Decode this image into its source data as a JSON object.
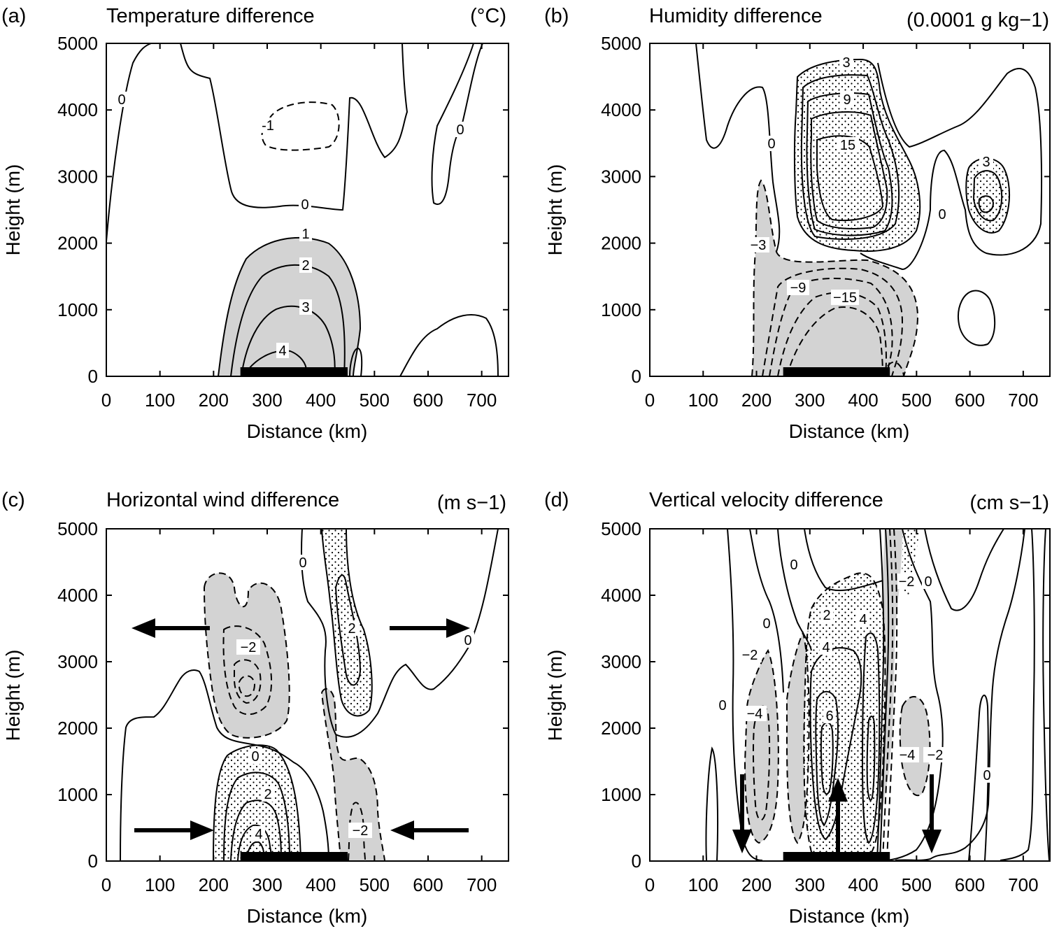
{
  "chart_data": [
    {
      "type": "contour",
      "panel_label": "(a)",
      "title": "Temperature difference",
      "units": "(°C)",
      "xlabel": "Distance (km)",
      "ylabel": "Height (m)",
      "xlim": [
        0,
        750
      ],
      "ylim": [
        0,
        5000
      ],
      "xticks": [
        "0",
        "100",
        "200",
        "300",
        "400",
        "500",
        "600",
        "700"
      ],
      "yticks": [
        "0",
        "1000",
        "2000",
        "3000",
        "4000",
        "5000"
      ],
      "contour_labels": [
        "0",
        "0",
        "0",
        "-1",
        "1",
        "2",
        "3",
        "4"
      ],
      "shading": {
        "gray": "positive values (≥1)"
      },
      "surface_bar_km": [
        250,
        450
      ]
    },
    {
      "type": "contour",
      "panel_label": "(b)",
      "title": "Humidity difference",
      "units": "(0.0001 g kg−1)",
      "xlabel": "Distance (km)",
      "ylabel": "Height (m)",
      "xlim": [
        0,
        750
      ],
      "ylim": [
        0,
        5000
      ],
      "xticks": [
        "0",
        "100",
        "200",
        "300",
        "400",
        "500",
        "600",
        "700"
      ],
      "yticks": [
        "0",
        "1000",
        "2000",
        "3000",
        "4000",
        "5000"
      ],
      "contour_labels": [
        "3",
        "9",
        "15",
        "0",
        "0",
        "3",
        "−3",
        "−9",
        "−15"
      ],
      "shading": {
        "dotted": "positive values",
        "gray": "negative values"
      },
      "surface_bar_km": [
        250,
        450
      ]
    },
    {
      "type": "contour",
      "panel_label": "(c)",
      "title": "Horizontal wind difference",
      "units": "(m s−1)",
      "xlabel": "Distance (km)",
      "ylabel": "Height (m)",
      "xlim": [
        0,
        750
      ],
      "ylim": [
        0,
        5000
      ],
      "xticks": [
        "0",
        "100",
        "200",
        "300",
        "400",
        "500",
        "600",
        "700"
      ],
      "yticks": [
        "0",
        "1000",
        "2000",
        "3000",
        "4000",
        "5000"
      ],
      "contour_labels": [
        "0",
        "0",
        "0",
        "−2",
        "2",
        "2",
        "4",
        "−2"
      ],
      "shading": {
        "dotted": "positive values",
        "gray": "negative values"
      },
      "surface_bar_km": [
        250,
        450
      ],
      "flow_arrows": [
        "left aloft",
        "right aloft",
        "right near surface",
        "left near surface"
      ]
    },
    {
      "type": "contour",
      "panel_label": "(d)",
      "title": "Vertical velocity difference",
      "units": "(cm s−1)",
      "xlabel": "Distance (km)",
      "ylabel": "Height (m)",
      "xlim": [
        0,
        750
      ],
      "ylim": [
        0,
        5000
      ],
      "xticks": [
        "0",
        "100",
        "200",
        "300",
        "400",
        "500",
        "600",
        "700"
      ],
      "yticks": [
        "0",
        "1000",
        "2000",
        "3000",
        "4000",
        "5000"
      ],
      "contour_labels": [
        "0",
        "0",
        "−2",
        "−4",
        "0",
        "2",
        "4",
        "4",
        "6",
        "−2",
        "0",
        "−4",
        "−2",
        "0"
      ],
      "shading": {
        "dotted": "positive values",
        "gray": "negative values"
      },
      "surface_bar_km": [
        250,
        450
      ],
      "flow_arrows": [
        "down",
        "up",
        "down"
      ]
    }
  ]
}
